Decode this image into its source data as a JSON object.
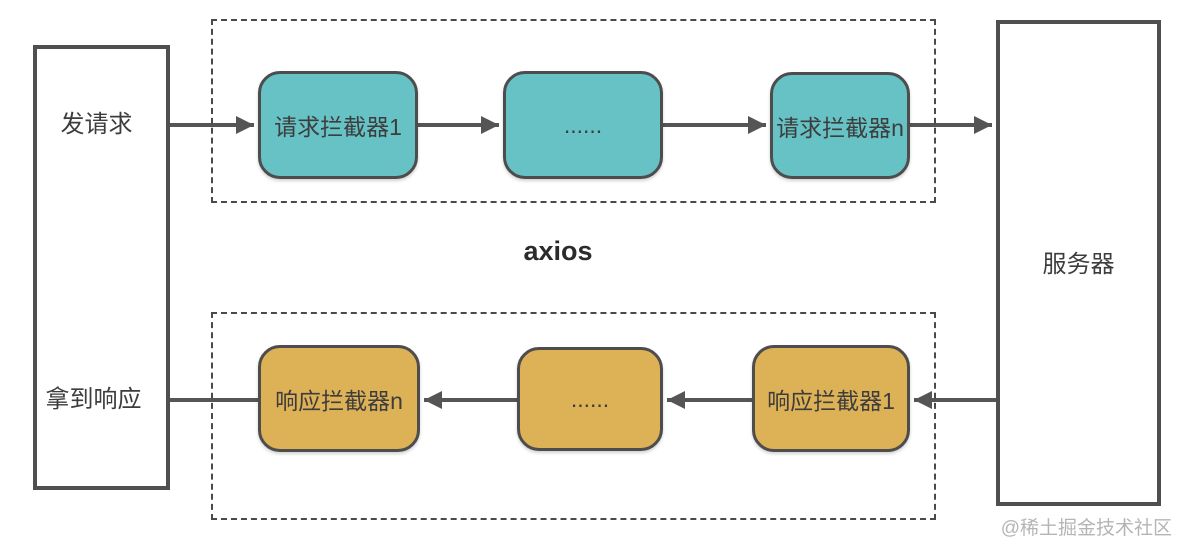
{
  "diagram": {
    "client": {
      "request_label": "发请求",
      "response_label": "拿到响应"
    },
    "axios_label": "axios",
    "request_pipeline": {
      "direction": "left-to-right",
      "boxes": [
        {
          "label": "请求拦截器1"
        },
        {
          "label": "......"
        },
        {
          "label": "请求拦截器n"
        }
      ]
    },
    "response_pipeline": {
      "direction": "right-to-left",
      "boxes": [
        {
          "label": "响应拦截器n"
        },
        {
          "label": "......"
        },
        {
          "label": "响应拦截器1"
        }
      ]
    },
    "server_label": "服务器",
    "watermark": "@稀土掘金技术社区",
    "colors": {
      "request_box": "#66c2c4",
      "response_box": "#ddb156",
      "box_border": "#4d4d4d",
      "arrow": "#555555",
      "dashed_border": "#4a4a4a",
      "text": "#3d3d3d",
      "watermark": "#b5b5b5"
    }
  }
}
